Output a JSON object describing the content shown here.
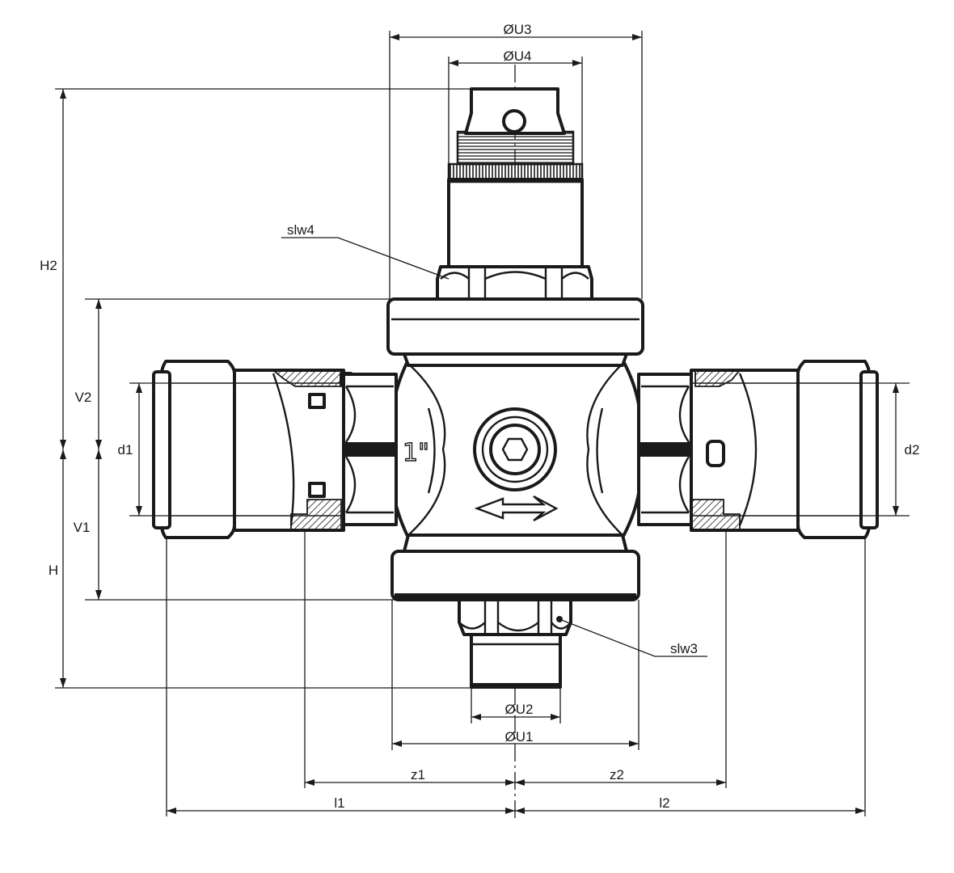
{
  "labels": {
    "u3": "ØU3",
    "u4": "ØU4",
    "u2": "ØU2",
    "u1": "ØU1",
    "h2": "H2",
    "h": "H",
    "v2": "V2",
    "v1": "V1",
    "d1": "d1",
    "d2": "d2",
    "z1": "z1",
    "z2": "z2",
    "l1": "l1",
    "l2": "l2",
    "slw4": "slw4",
    "slw3": "slw3"
  },
  "body_marking": "1\""
}
